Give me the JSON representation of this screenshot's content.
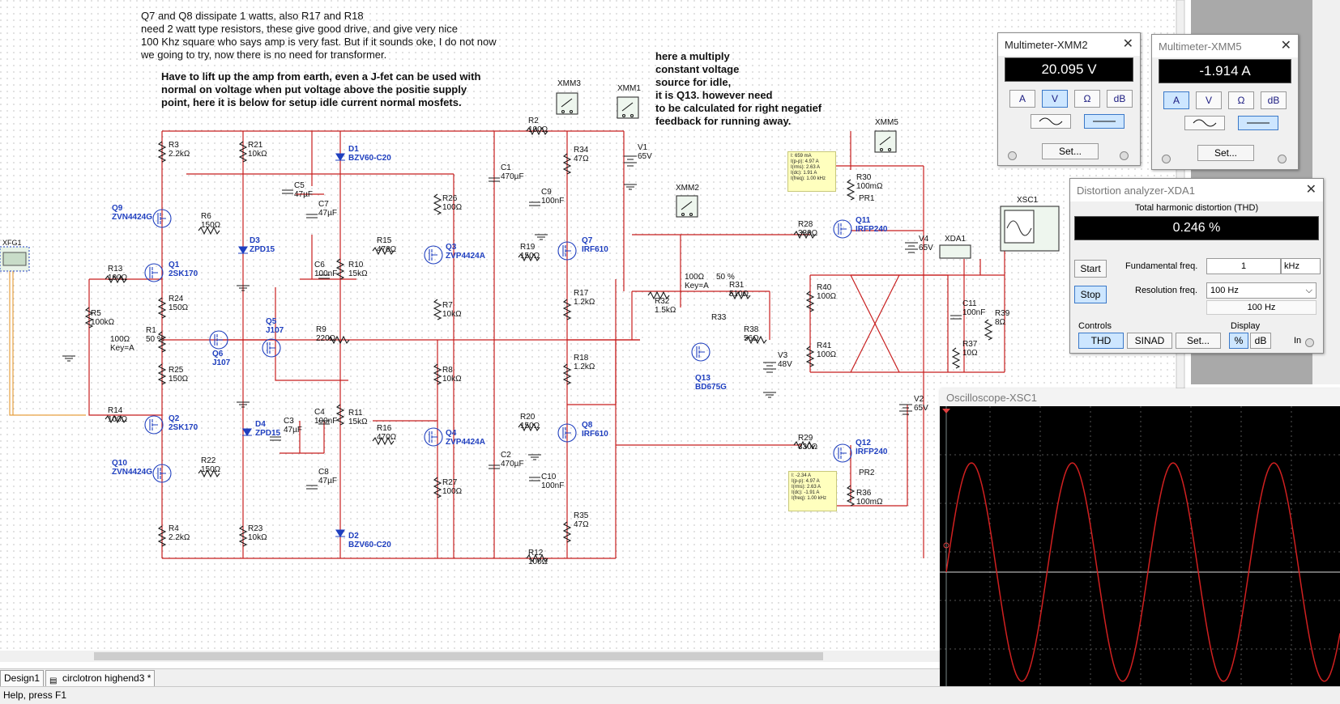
{
  "notes": {
    "note1": "Q7 and Q8 dissipate 1 watts, also R17 and R18\nneed 2 watt type resistors, these give good drive, and give very nice\n100 Khz square who says amp is very fast. But if it sounds oke, I do not now\nwe going to try, now there is no need for transformer.",
    "note2": "Have to lift up the amp from earth, even a J-fet can be used with\nnormal on voltage when put voltage above the positie supply\npoint, here it is below for setup idle current normal mosfets.",
    "note3": "here a multiply\nconstant voltage\nsource for idle,\nit is Q13. however need\nto be calculated for right negatief\nfeedback for running away."
  },
  "components": {
    "R3": [
      "R3",
      "2.2kΩ"
    ],
    "R21": [
      "R21",
      "10kΩ"
    ],
    "D1": [
      "D1",
      "BZV60-C20"
    ],
    "C5": [
      "C5",
      "47µF"
    ],
    "Q9": [
      "Q9",
      "ZVN4424G"
    ],
    "R6": [
      "R6",
      "150Ω"
    ],
    "C7": [
      "C7",
      "47µF"
    ],
    "D3": [
      "D3",
      "ZPD15"
    ],
    "R26": [
      "R26",
      "100Ω"
    ],
    "R15": [
      "R15",
      "470Ω"
    ],
    "Q3": [
      "Q3",
      "ZVP4424A"
    ],
    "C6": [
      "C6",
      "100nF"
    ],
    "R10": [
      "R10",
      "15kΩ"
    ],
    "Q1": [
      "Q1",
      "2SK170"
    ],
    "R13": [
      "R13",
      "100Ω"
    ],
    "R5": [
      "R5",
      "100kΩ"
    ],
    "R24": [
      "R24",
      "150Ω"
    ],
    "R1": [
      "R1",
      "50 %"
    ],
    "R1k": [
      "100Ω",
      "Key=A"
    ],
    "Q5": [
      "Q5",
      "J107"
    ],
    "Q6": [
      "Q6",
      "J107"
    ],
    "R9": [
      "R9",
      "220Ω"
    ],
    "R7": [
      "R7",
      "10kΩ"
    ],
    "R25": [
      "R25",
      "150Ω"
    ],
    "R8": [
      "R8",
      "10kΩ"
    ],
    "R14": [
      "R14",
      "100Ω"
    ],
    "Q2": [
      "Q2",
      "2SK170"
    ],
    "C4": [
      "C4",
      "100nF"
    ],
    "R11": [
      "R11",
      "15kΩ"
    ],
    "D4": [
      "D4",
      "ZPD15"
    ],
    "C3": [
      "C3",
      "47µF"
    ],
    "R16": [
      "R16",
      "470Ω"
    ],
    "Q4": [
      "Q4",
      "ZVP4424A"
    ],
    "Q10": [
      "Q10",
      "ZVN4424G"
    ],
    "R22": [
      "R22",
      "150Ω"
    ],
    "C8": [
      "C8",
      "47µF"
    ],
    "R27": [
      "R27",
      "100Ω"
    ],
    "R4": [
      "R4",
      "2.2kΩ"
    ],
    "R23": [
      "R23",
      "10kΩ"
    ],
    "D2": [
      "D2",
      "BZV60-C20"
    ],
    "C1": [
      "C1",
      "470µF"
    ],
    "R2": [
      "R2",
      "100Ω"
    ],
    "C2": [
      "C2",
      "470µF"
    ],
    "R12": [
      "R12",
      "100Ω"
    ],
    "R34": [
      "R34",
      "47Ω"
    ],
    "C9": [
      "C9",
      "100nF"
    ],
    "V1": [
      "V1",
      "65V"
    ],
    "Q7": [
      "Q7",
      "IRF610"
    ],
    "R19": [
      "R19",
      "150Ω"
    ],
    "R17": [
      "R17",
      "1.2kΩ"
    ],
    "R18": [
      "R18",
      "1.2kΩ"
    ],
    "R20": [
      "R20",
      "150Ω"
    ],
    "Q8": [
      "Q8",
      "IRF610"
    ],
    "C10": [
      "C10",
      "100nF"
    ],
    "R35": [
      "R35",
      "47Ω"
    ],
    "R32": [
      "R32",
      "1.5kΩ"
    ],
    "R31": [
      "R31",
      "510Ω"
    ],
    "R33pot": [
      "100Ω",
      "Key=A"
    ],
    "R33pct": [
      "50 %",
      ""
    ],
    "R33": [
      "R33",
      ""
    ],
    "R38": [
      "R38",
      "56Ω"
    ],
    "V3": [
      "V3",
      "48V"
    ],
    "Q13": [
      "Q13",
      "BD675G"
    ],
    "R28": [
      "R28",
      "330Ω"
    ],
    "R30": [
      "R30",
      "100mΩ"
    ],
    "Q11": [
      "Q11",
      "IRFP240"
    ],
    "V4": [
      "V4",
      "65V"
    ],
    "R40": [
      "R40",
      "100Ω"
    ],
    "R41": [
      "R41",
      "100Ω"
    ],
    "C11": [
      "C11",
      "100nF"
    ],
    "R39": [
      "R39",
      "8Ω"
    ],
    "R37": [
      "R37",
      "10Ω"
    ],
    "V2": [
      "V2",
      "65V"
    ],
    "R29": [
      "R29",
      "330Ω"
    ],
    "Q12": [
      "Q12",
      "IRFP240"
    ],
    "R36": [
      "R36",
      "100mΩ"
    ],
    "PR1": [
      "PR1",
      ""
    ],
    "PR2": [
      "PR2",
      ""
    ],
    "XMM3": [
      "XMM3",
      ""
    ],
    "XMM1": [
      "XMM1",
      ""
    ],
    "XMM2": [
      "XMM2",
      ""
    ],
    "XMM5": [
      "XMM5",
      ""
    ],
    "XSC1": [
      "XSC1",
      ""
    ],
    "XDA1": [
      "XDA1",
      ""
    ],
    "XFG1": [
      "XFG1",
      ""
    ]
  },
  "probe1": "I: 659 mA\nI(p-p): 4.97 A\nI(rms): 2.63 A\nI(dc): 1.91 A\nI(freq): 1.00 kHz",
  "probe2": "I: -2.34 A\nI(p-p): 4.97 A\nI(rms): 2.63 A\nI(dc): -1.91 A\nI(freq): 1.00 kHz",
  "xmm2": {
    "title": "Multimeter-XMM2",
    "value": "20.095 V",
    "set": "Set..."
  },
  "xmm5": {
    "title": "Multimeter-XMM5",
    "value": "-1.914 A",
    "set": "Set..."
  },
  "meter_buttons": [
    "A",
    "V",
    "Ω",
    "dB"
  ],
  "xda": {
    "title": "Distortion analyzer-XDA1",
    "heading": "Total harmonic distortion (THD)",
    "value": "0.246 %",
    "start": "Start",
    "stop": "Stop",
    "fund_label": "Fundamental freq.",
    "fund_value": "1",
    "fund_unit": "kHz",
    "res_label": "Resolution freq.",
    "res_value": "100 Hz",
    "res_readout": "100 Hz",
    "controls_label": "Controls",
    "display_label": "Display",
    "thd": "THD",
    "sinad": "SINAD",
    "set": "Set...",
    "pct": "%",
    "db": "dB",
    "in": "In"
  },
  "scope": {
    "title": "Oscilloscope-XSC1"
  },
  "tabs": [
    "Design1",
    "circlotron highend3 *"
  ],
  "status": "Help, press F1",
  "colors": {
    "wire": "#c81e1e",
    "label": "#1f3fbf",
    "scope_bg": "#000000",
    "trace": "#d02020",
    "input_wire": "#e6a040"
  }
}
